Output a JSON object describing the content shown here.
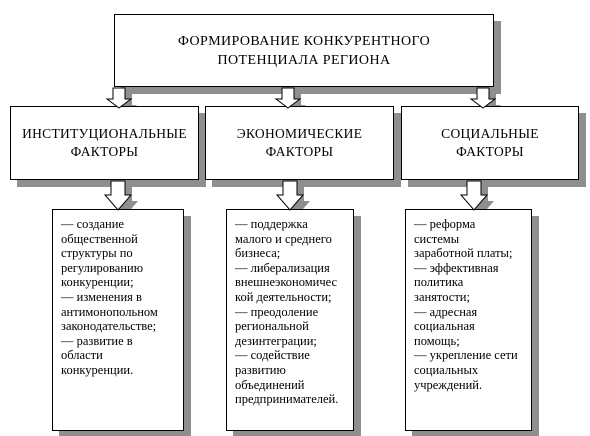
{
  "title": {
    "line1": "ФОРМИРОВАНИЕ КОНКУРЕНТНОГО",
    "line2": "ПОТЕНЦИАЛА РЕГИОНА"
  },
  "columns": [
    {
      "heading_line1": "ИНСТИТУЦИОНАЛЬНЫЕ",
      "heading_line2": "ФАКТОРЫ",
      "details": "— создание\nобщественной\nструктуры по\nрегулированию\nконкуренции;\n— изменения в\nантимонопольном\nзаконодательстве;\n— развитие в\nобласти\nконкуренции."
    },
    {
      "heading_line1": "ЭКОНОМИЧЕСКИЕ",
      "heading_line2": "ФАКТОРЫ",
      "details": "— поддержка\nмалого и среднего\nбизнеса;\n— либерализация\nвнешнеэкономичес\nкой деятельности;\n— преодоление\nрегиональной\nдезинтеграции;\n— содействие\nразвитию\nобъединений\nпредпринимателей."
    },
    {
      "heading_line1": "СОЦИАЛЬНЫЕ",
      "heading_line2": "ФАКТОРЫ",
      "details": "— реформа\nсистемы\nзаработной платы;\n— эффективная\nполитика\nзанятости;\n— адресная\nсоциальная\nпомощь;\n— укрепление сети\nсоциальных\nучреждений."
    }
  ]
}
